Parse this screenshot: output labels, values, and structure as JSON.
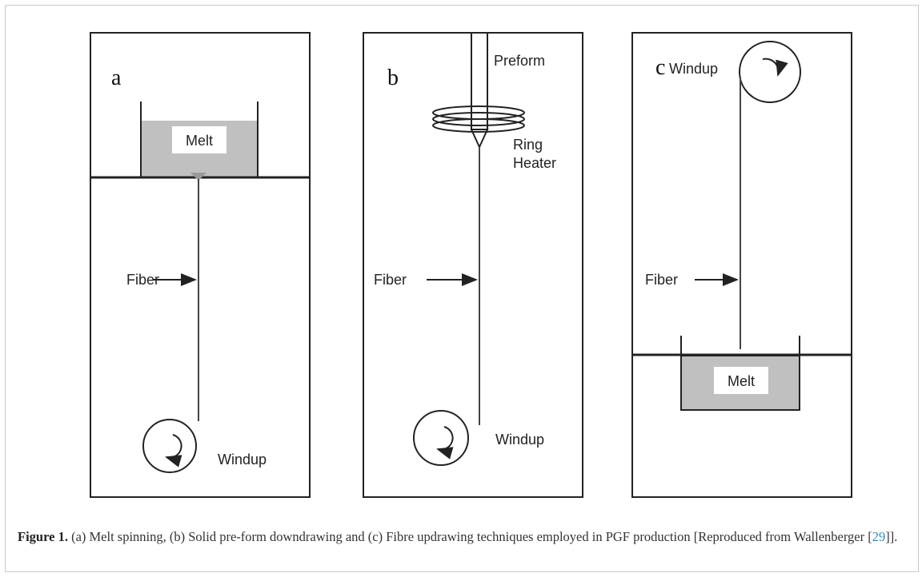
{
  "diagram": {
    "panels": [
      {
        "letter": "a",
        "melt_label": "Melt",
        "fiber_label": "Fiber",
        "windup_label": "Windup"
      },
      {
        "letter": "b",
        "preform_label": "Preform",
        "ring_label": "Ring",
        "heater_label": "Heater",
        "fiber_label": "Fiber",
        "windup_label": "Windup"
      },
      {
        "letter": "c",
        "windup_label": "Windup",
        "fiber_label": "Fiber",
        "melt_label": "Melt"
      }
    ],
    "colors": {
      "melt_fill": "#c0c0c0",
      "line": "#222222"
    }
  },
  "caption": {
    "label": "Figure 1.",
    "text_before_ref": "(a) Melt spinning, (b) Solid pre-form downdrawing and (c) Fibre updrawing techniques employed in PGF production [Reproduced from Wallenberger [",
    "ref_number": "29",
    "text_after_ref": "]]."
  }
}
